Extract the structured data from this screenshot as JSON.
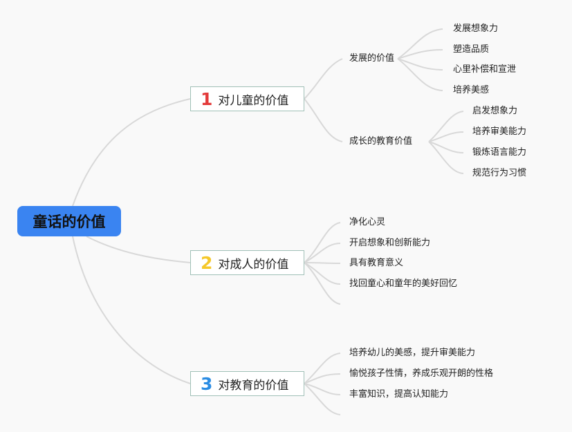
{
  "root": {
    "label": "童话的价值"
  },
  "branches": [
    {
      "number": "1",
      "label": "对儿童的价值",
      "color": "#e33a3a",
      "children": [
        {
          "label": "发展的价值",
          "items": [
            "发展想象力",
            "塑造品质",
            "心里补偿和宣泄",
            "培养美感"
          ]
        },
        {
          "label": "成长的教育价值",
          "items": [
            "启发想象力",
            "培养审美能力",
            "锻炼语言能力",
            "规范行为习惯"
          ]
        }
      ]
    },
    {
      "number": "2",
      "label": "对成人的价值",
      "color": "#f5c82a",
      "items": [
        "净化心灵",
        "开启想象和创新能力",
        "具有教育意义",
        "找回童心和童年的美好回忆"
      ]
    },
    {
      "number": "3",
      "label": "对教育的价值",
      "color": "#2a8ce3",
      "items": [
        "培养幼儿的美感，提升审美能力",
        "愉悦孩子性情，养成乐观开朗的性格",
        "丰富知识，提高认知能力"
      ]
    }
  ],
  "colors": {
    "root_bg": "#3a84f1",
    "branch_border": "#9fbfb6",
    "connector": "#d8d8d8",
    "background": "#f9f9f9"
  }
}
